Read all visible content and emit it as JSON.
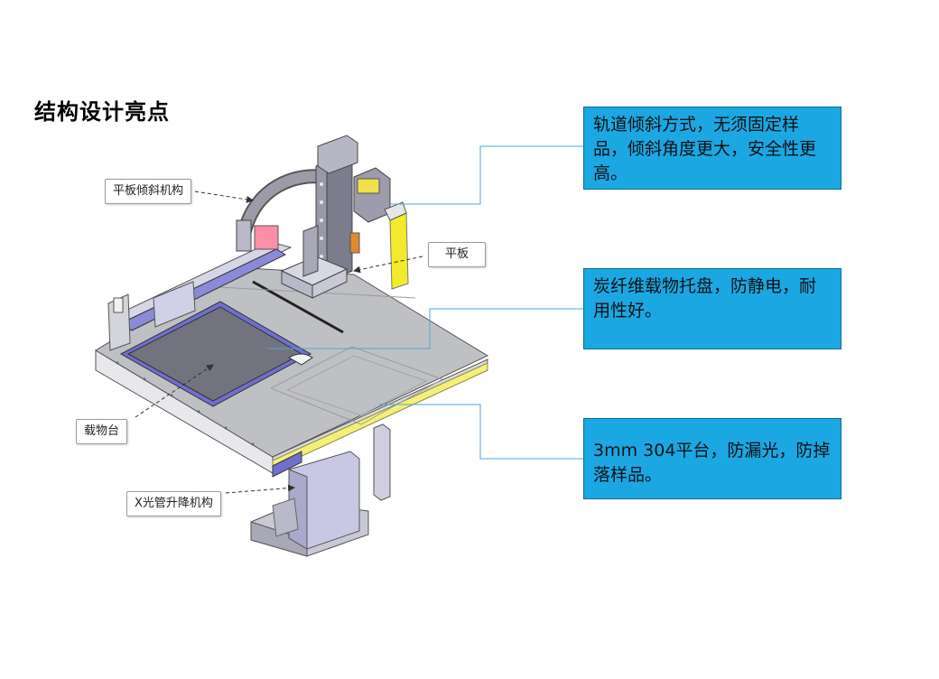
{
  "title": "结构设计亮点",
  "labels": {
    "tilt_mechanism": "平板倾斜机构",
    "flat_plate": "平板",
    "stage": "载物台",
    "xray_lift": "X光管升降机构"
  },
  "callouts": {
    "rail_tilt": "轨道倾斜方式，无须固定样品，倾斜角度更大，安全性更高。",
    "carbon_tray": "炭纤维载物托盘，防静电，耐用性好。",
    "steel_platform": "3mm 304平台，防漏光，防掉落样品。"
  },
  "colors": {
    "callout_bg": "#1aa7e2",
    "callout_border": "#0f6d96",
    "connector": "#4fa6d6",
    "tray_frame": "#6f6fd0",
    "yellow_edge": "#f4ef7a"
  }
}
